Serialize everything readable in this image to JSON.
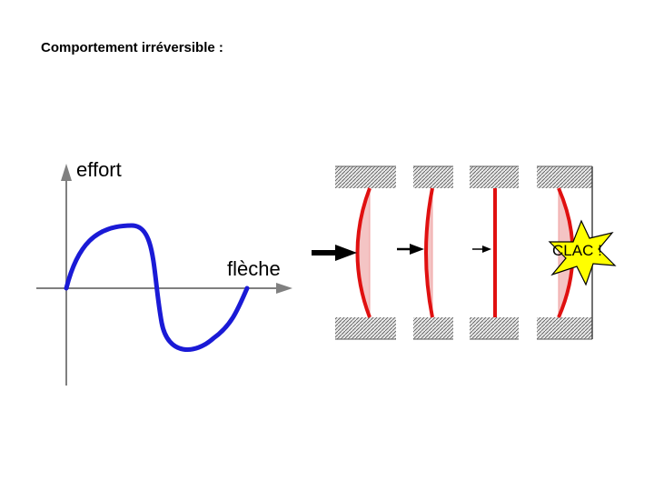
{
  "title": "Comportement irréversible :",
  "graph": {
    "y_axis_label": "effort",
    "x_axis_label": "flèche"
  },
  "buckling_sequence": {
    "snap_label": "CLAC !"
  },
  "colors": {
    "curve": "#1a1ad6",
    "beam": "#e01010",
    "beam_fill": "#f4c4c4",
    "starburst": "#ffff00",
    "axis": "#808080"
  }
}
